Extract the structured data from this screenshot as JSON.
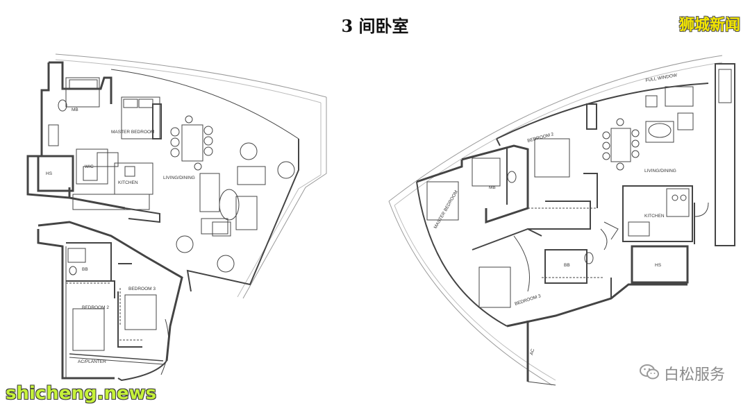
{
  "title": "3 间卧室",
  "watermark_top": "狮城新闻",
  "watermark_bottom": "shicheng.news",
  "watermark_wechat": "白松服务",
  "left_plan": {
    "labels": {
      "mb": "MB",
      "master_bedroom": "MASTER BEDROOM",
      "wic": "WIC",
      "kitchen": "KITCHEN",
      "living_dining": "LIVING/DINING",
      "hs": "HS",
      "bb": "BB",
      "bedroom2": "BEDROOM 2",
      "bedroom3": "BEDROOM 3",
      "ac_planter": "AC/PLANTER"
    }
  },
  "right_plan": {
    "labels": {
      "full_window": "FULL WINDOW",
      "bedroom2": "BEDROOM 2",
      "mb": "MB",
      "master_bedroom": "MASTER BEDROOM",
      "living_dining": "LIVING/DINING",
      "kitchen": "KITCHEN",
      "bb": "BB",
      "bedroom3": "BEDROOM 3",
      "hs": "HS",
      "ac": "AC"
    }
  },
  "colors": {
    "watermark_top": "#f3e600",
    "watermark_bottom": "#c6f23a",
    "wall": "#444444",
    "wall_fill": "#ffffff"
  }
}
